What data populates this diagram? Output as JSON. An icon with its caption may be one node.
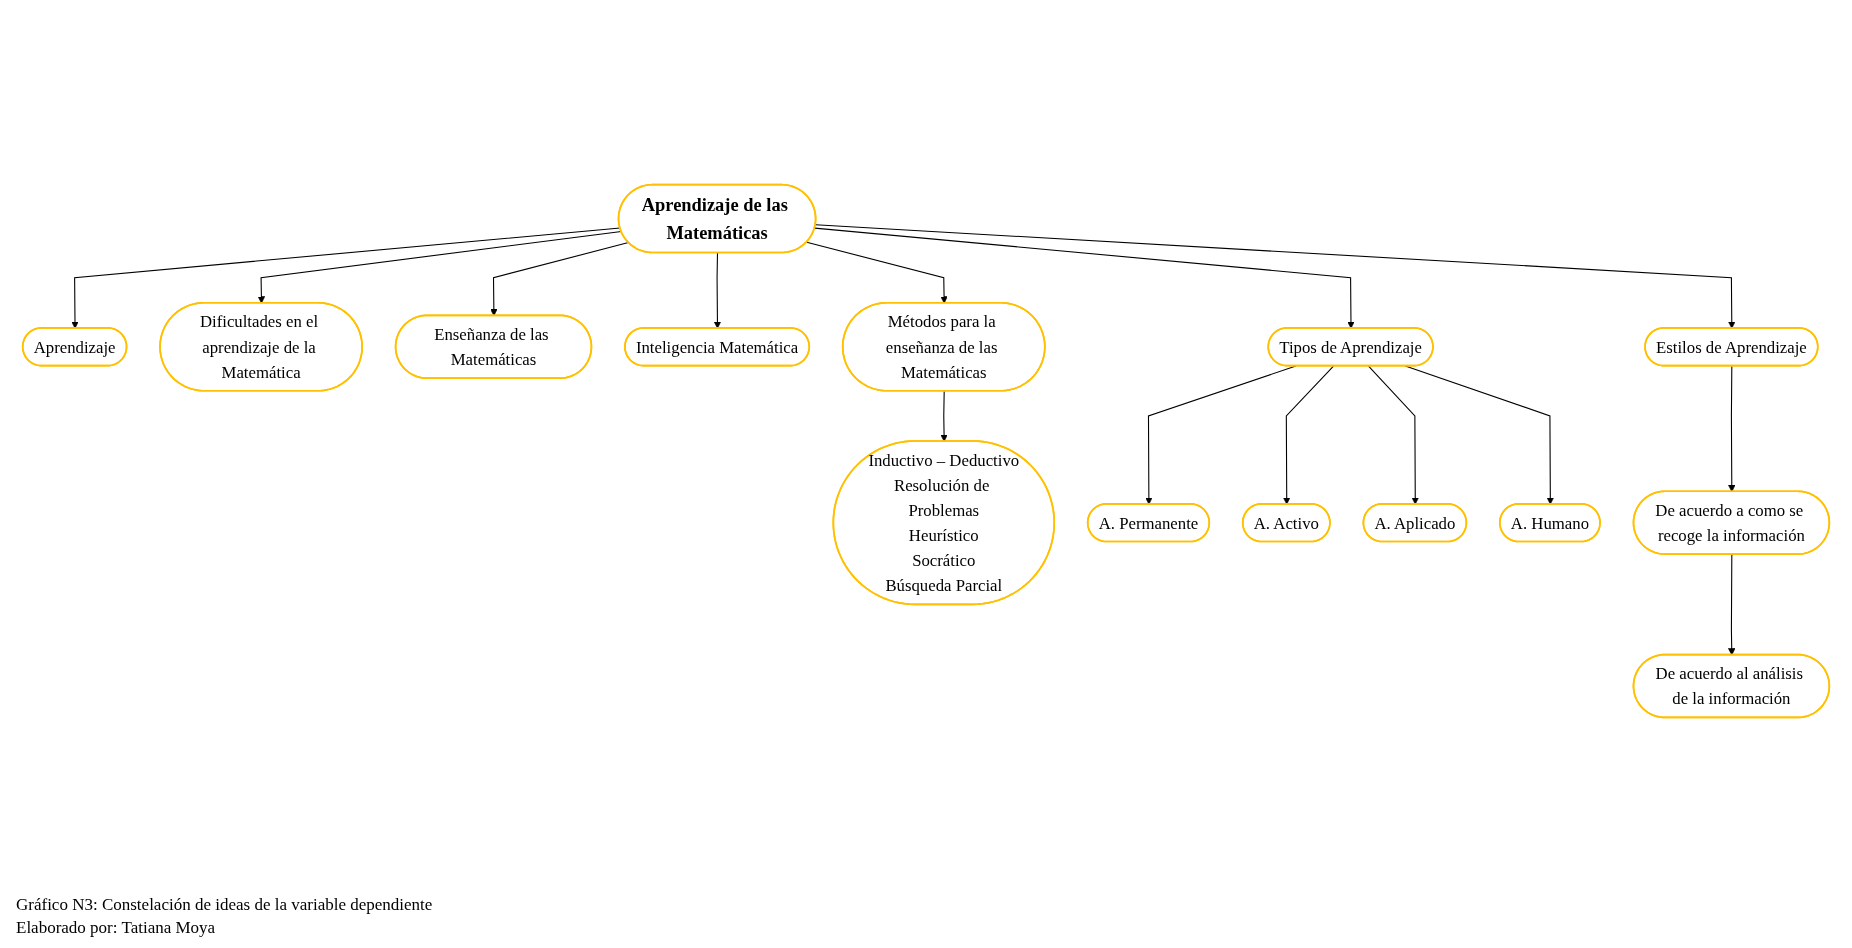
{
  "diagram": {
    "caption": "Gráfico N3: Constelación de ideas de la variable dependiente",
    "nodes": [
      {
        "text": [
          "Aprendizaje de las Matemáticas"
        ]
      },
      {
        "text": [
          "Aprendizaje"
        ]
      },
      {
        "text": [
          "Dificultades en el aprendizaje de la Matemática"
        ]
      },
      {
        "text": [
          "Enseñanza de las Matemáticas"
        ]
      },
      {
        "text": [
          "Inteligencia Matemática"
        ]
      },
      {
        "text": [
          "Métodos para la enseñanza de las Matemáticas"
        ]
      },
      {
        "text": [
          "Inductivo – Deductivo",
          "Resolución de Problemas",
          "Heurístico",
          "Socrático",
          "Búsqueda Parcial"
        ]
      },
      {
        "text": [
          "Tipos de Aprendizaje"
        ]
      },
      {
        "text": [
          "A. Permanente"
        ]
      },
      {
        "text": [
          "A. Activo"
        ]
      },
      {
        "text": [
          "A. Aplicado"
        ]
      },
      {
        "text": [
          "A. Humano"
        ]
      },
      {
        "text": [
          "Estilos de Aprendizaje"
        ]
      },
      {
        "text": [
          "De acuerdo a como se recoge la información"
        ]
      },
      {
        "text": [
          "De acuerdo al análisis de la información"
        ]
      }
    ],
    "edges": [
      {
        "from": 0,
        "to": 1,
        "arrow": "to"
      },
      {
        "from": 0,
        "to": 2,
        "arrow": "to"
      },
      {
        "from": 0,
        "to": 3,
        "arrow": "to"
      },
      {
        "from": 0,
        "to": 4,
        "arrow": "to"
      },
      {
        "from": 0,
        "to": 5,
        "arrow": "to"
      },
      {
        "from": 0,
        "to": 7,
        "arrow": "to"
      },
      {
        "from": 0,
        "to": 12,
        "arrow": "to"
      },
      {
        "from": 5,
        "to": 6,
        "arrow": "to"
      },
      {
        "from": 7,
        "to": 8,
        "arrow": "to"
      },
      {
        "from": 7,
        "to": 9,
        "arrow": "to"
      },
      {
        "from": 7,
        "to": 10,
        "arrow": "to"
      },
      {
        "from": 7,
        "to": 11,
        "arrow": "to"
      },
      {
        "from": 12,
        "to": 13,
        "arrow": "to"
      },
      {
        "from": 13,
        "to": 14,
        "arrow": "to"
      }
    ],
    "labels": [
      "Elaborado por: Tatiana Moya"
    ]
  }
}
